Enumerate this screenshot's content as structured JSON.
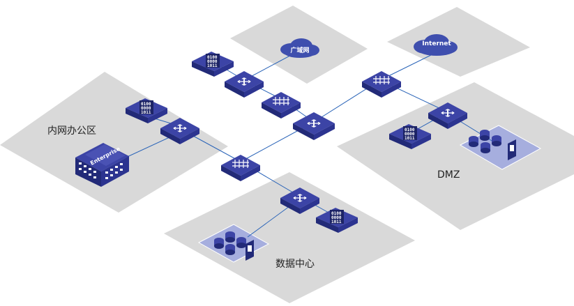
{
  "zones": {
    "intranet": "内网办公区",
    "dmz": "DMZ",
    "datacenter": "数据中心"
  },
  "clouds": {
    "wan": "广域网",
    "internet": "Internet"
  },
  "enterprise_label": "Enterprise",
  "device_lcd": {
    "line1": "0100",
    "line2": "0000",
    "line3": "1011"
  },
  "colors": {
    "zone_fill": "#d9d9d9",
    "device_top": "#3c44a6",
    "device_side": "#222a78",
    "server_area": "#a6aede",
    "link": "#2a64b8",
    "cloud": "#3f4fae"
  }
}
